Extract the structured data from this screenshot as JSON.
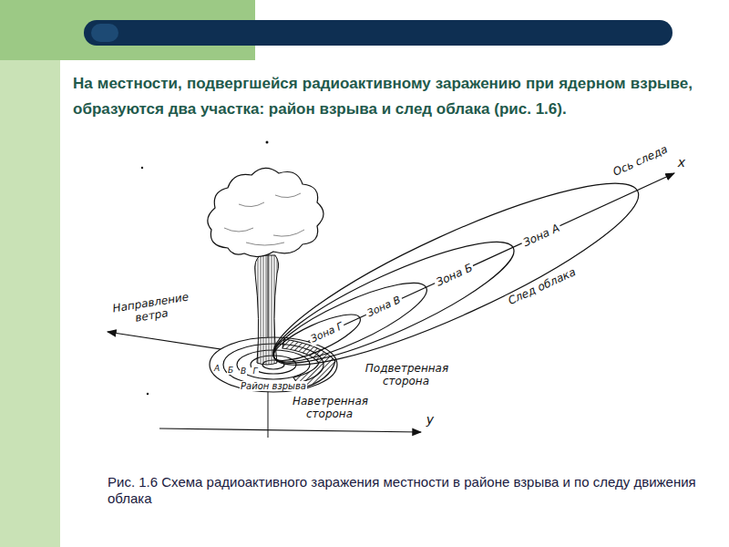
{
  "diagram": {
    "title": "На местности, подвергшейся радиоактивному заражению при ядерном взрыве, образуются два участка: район взрыва и след облака (рис. 1.6).",
    "caption": "Рис. 1.6 Схема радиоактивного заражения местности в районе взрыва и по следу движения облака",
    "nodes": [
      {
        "text": [
          "Зона А"
        ]
      },
      {
        "text": [
          "Зона Б"
        ],
        "in": 0
      },
      {
        "text": [
          "Зона В"
        ],
        "in": 1
      },
      {
        "text": [
          "Зона Г"
        ],
        "in": 2
      }
    ],
    "edges": [],
    "labels": [
      "x",
      "Ось следа",
      "След облака",
      "Направление ветра",
      "Подветренная сторона",
      "Наветренная сторона",
      "y",
      "Район взрыва",
      "А",
      "Б",
      "В",
      "Г"
    ]
  }
}
